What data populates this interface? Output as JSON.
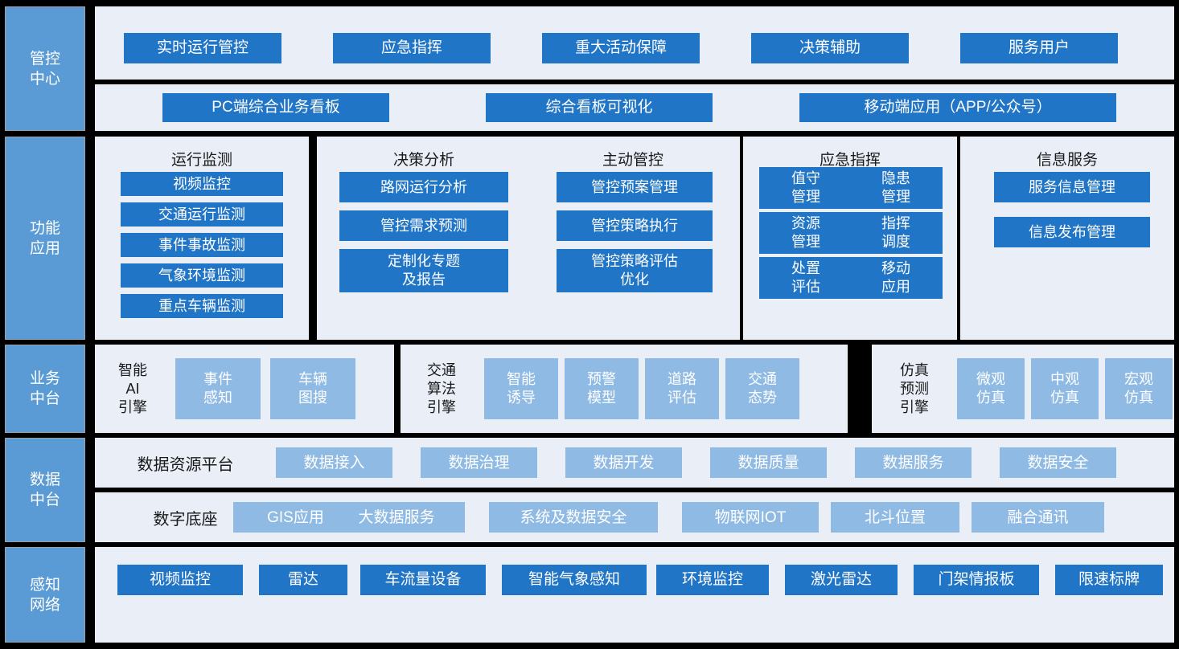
{
  "colors": {
    "sidebar": "#5B9BD5",
    "chip_dark": "#2175C7",
    "chip_light": "#8FBAE4",
    "panel_bg": "#E9EEF7",
    "page_bg": "#000000"
  },
  "layers": [
    {
      "id": "control-center",
      "label": "管控\n中心"
    },
    {
      "id": "function-application",
      "label": "功能\n应用"
    },
    {
      "id": "business-middle-platform",
      "label": "业务\n中台"
    },
    {
      "id": "data-middle-platform",
      "label": "数据\n中台"
    },
    {
      "id": "sensing-network",
      "label": "感知\n网络"
    }
  ],
  "control_center": {
    "row1": [
      {
        "label": "实时运行管控"
      },
      {
        "label": "应急指挥"
      },
      {
        "label": "重大活动保障"
      },
      {
        "label": "决策辅助"
      },
      {
        "label": "服务用户"
      }
    ],
    "row2": [
      {
        "label": "PC端综合业务看板"
      },
      {
        "label": "综合看板可视化"
      },
      {
        "label": "移动端应用（APP/公众号）"
      }
    ]
  },
  "function_application": {
    "groups": [
      {
        "title": "运行监测",
        "items": [
          {
            "label": "视频监控"
          },
          {
            "label": "交通运行监测"
          },
          {
            "label": "事件事故监测"
          },
          {
            "label": "气象环境监测"
          },
          {
            "label": "重点车辆监测"
          }
        ]
      },
      {
        "title": "决策分析",
        "items": [
          {
            "label": "路网运行分析"
          },
          {
            "label": "管控需求预测"
          },
          {
            "label": "定制化专题\n及报告"
          }
        ]
      },
      {
        "title": "主动管控",
        "items": [
          {
            "label": "管控预案管理"
          },
          {
            "label": "管控策略执行"
          },
          {
            "label": "管控策略评估\n优化"
          }
        ]
      },
      {
        "title": "应急指挥",
        "items": [
          {
            "label": "值守\n管理"
          },
          {
            "label": "隐患\n管理"
          },
          {
            "label": "资源\n管理"
          },
          {
            "label": "指挥\n调度"
          },
          {
            "label": "处置\n评估"
          },
          {
            "label": "移动\n应用"
          }
        ]
      },
      {
        "title": "信息服务",
        "items": [
          {
            "label": "服务信息管理"
          },
          {
            "label": "信息发布管理"
          }
        ]
      }
    ]
  },
  "business_middle_platform": {
    "groups": [
      {
        "engine": "智能\nAI\n引擎",
        "items": [
          {
            "label": "事件\n感知"
          },
          {
            "label": "车辆\n图搜"
          }
        ]
      },
      {
        "engine": "交通\n算法\n引擎",
        "items": [
          {
            "label": "智能\n诱导"
          },
          {
            "label": "预警\n模型"
          },
          {
            "label": "道路\n评估"
          },
          {
            "label": "交通\n态势"
          }
        ]
      },
      {
        "engine": "仿真\n预测\n引擎",
        "items": [
          {
            "label": "微观\n仿真"
          },
          {
            "label": "中观\n仿真"
          },
          {
            "label": "宏观\n仿真"
          }
        ]
      }
    ]
  },
  "data_middle_platform": {
    "row1": {
      "label": "数据资源平台",
      "items": [
        {
          "label": "数据接入"
        },
        {
          "label": "数据治理"
        },
        {
          "label": "数据开发"
        },
        {
          "label": "数据质量"
        },
        {
          "label": "数据服务"
        },
        {
          "label": "数据安全"
        }
      ]
    },
    "row2": {
      "label": "数字底座",
      "items": [
        {
          "label": "GIS应用"
        },
        {
          "label": "大数据服务"
        },
        {
          "label": "系统及数据安全"
        },
        {
          "label": "物联网IOT"
        },
        {
          "label": "北斗位置"
        },
        {
          "label": "融合通讯"
        }
      ]
    }
  },
  "sensing_network": {
    "items": [
      {
        "label": "视频监控"
      },
      {
        "label": "雷达"
      },
      {
        "label": "车流量设备"
      },
      {
        "label": "智能气象感知"
      },
      {
        "label": "环境监控"
      },
      {
        "label": "激光雷达"
      },
      {
        "label": "门架情报板"
      },
      {
        "label": "限速标牌"
      }
    ]
  }
}
